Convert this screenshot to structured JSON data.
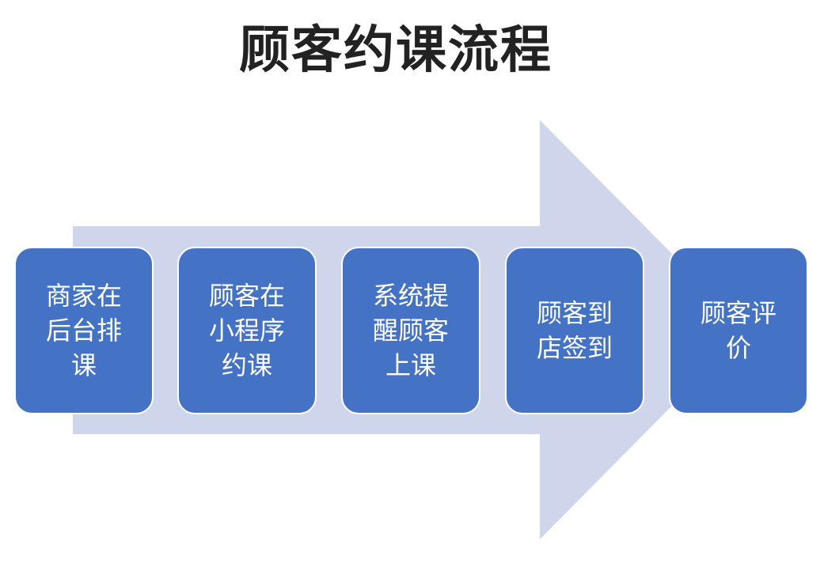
{
  "title": "顾客约课流程",
  "colors": {
    "arrow_fill": "#cfd5ea",
    "step_fill": "#4472c4",
    "step_border": "#ffffff",
    "step_text": "#ffffff",
    "title_text": "#222222"
  },
  "steps": [
    {
      "label": "商家在后台排课"
    },
    {
      "label": "顾客在小程序约课"
    },
    {
      "label": "系统提醒顾客上课"
    },
    {
      "label": "顾客到店签到"
    },
    {
      "label": "顾客评价"
    }
  ]
}
